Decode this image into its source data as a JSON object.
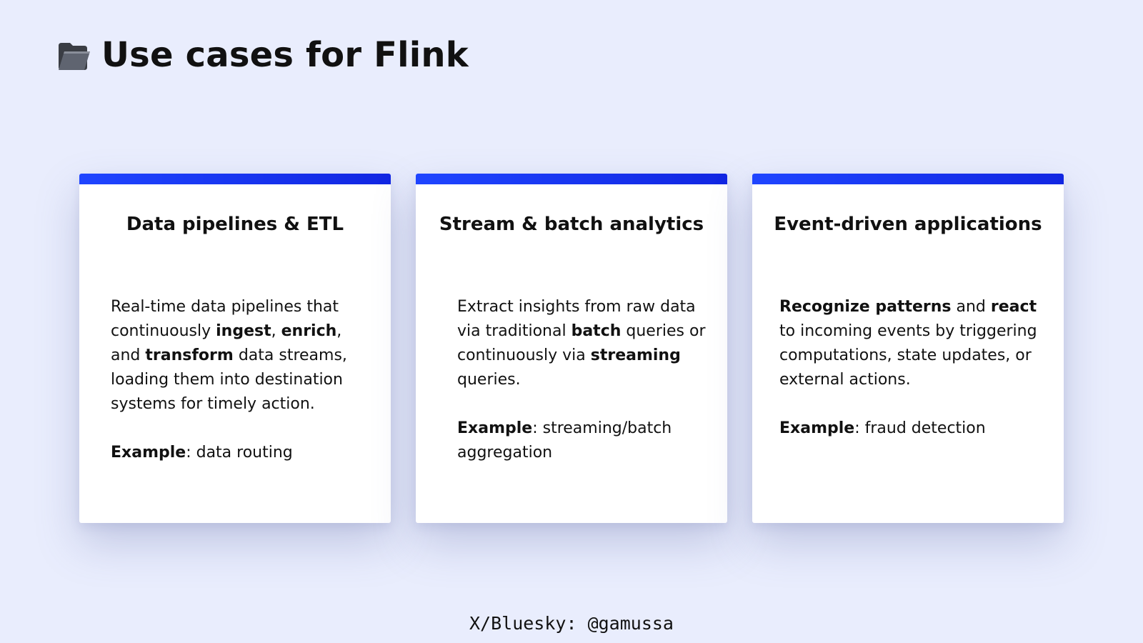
{
  "slide": {
    "title": "Use cases for Flink",
    "title_icon": "folder-icon",
    "footer": "X/Bluesky: @gamussa"
  },
  "colors": {
    "background": "#e9edfd",
    "card_accent": "#1f45ff",
    "card_background": "#ffffff"
  },
  "cards": [
    {
      "title": "Data pipelines & ETL",
      "body": {
        "t1": "Real-time data pipelines that continuously ",
        "b1": "ingest",
        "t2": ", ",
        "b2": "enrich",
        "t3": ", and ",
        "b3": "transform",
        "t4": " data streams, loading them into destination systems for timely action."
      },
      "example_label": "Example",
      "example_text": ": data routing"
    },
    {
      "title": "Stream & batch analytics",
      "body": {
        "t1": "Extract insights from raw data via traditional ",
        "b1": "batch",
        "t2": " queries or continuously via ",
        "b2": "streaming",
        "t3": " queries."
      },
      "example_label": "Example",
      "example_text": ": streaming/batch aggregation"
    },
    {
      "title": "Event-driven applications",
      "body": {
        "b1": "Recognize patterns",
        "t1": " and ",
        "b2": "react",
        "t2": " to incoming events by triggering computations, state updates, or external actions."
      },
      "example_label": "Example",
      "example_text": ": fraud detection"
    }
  ]
}
